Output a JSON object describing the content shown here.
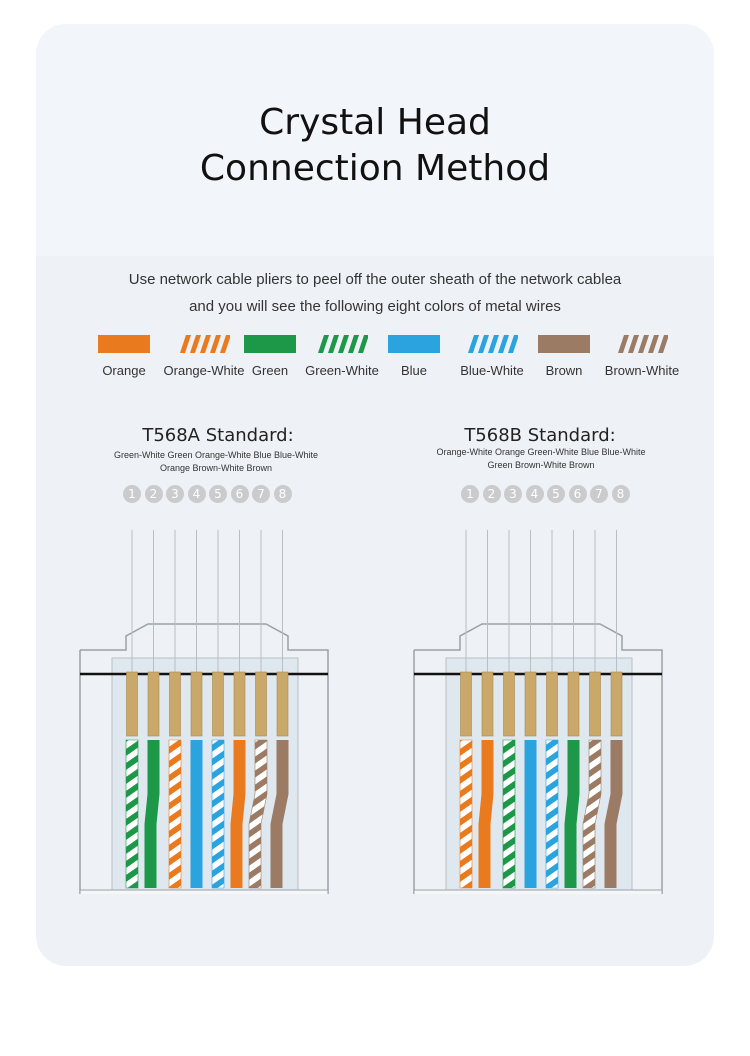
{
  "title_line1": "Crystal Head",
  "title_line2": "Connection Method",
  "intro_line1": "Use network cable pliers to peel off the outer sheath of the network cablea",
  "intro_line2": "and you will see the following eight colors of metal wires",
  "wire_colors": [
    {
      "label": "Orange",
      "color": "#ea7a1e",
      "striped": false
    },
    {
      "label": "Orange-White",
      "color": "#ea7a1e",
      "striped": true
    },
    {
      "label": "Green",
      "color": "#1d9748",
      "striped": false
    },
    {
      "label": "Green-White",
      "color": "#1d9748",
      "striped": true
    },
    {
      "label": "Blue",
      "color": "#2aa3df",
      "striped": false
    },
    {
      "label": "Blue-White",
      "color": "#2aa3df",
      "striped": true
    },
    {
      "label": "Brown",
      "color": "#9b7b63",
      "striped": false
    },
    {
      "label": "Brown-White",
      "color": "#9b7b63",
      "striped": true
    }
  ],
  "pin_numbers": [
    "1",
    "2",
    "3",
    "4",
    "5",
    "6",
    "7",
    "8"
  ],
  "standards": [
    {
      "title": "T568A Standard:",
      "sequence_line1": "Green-White Green Orange-White Blue Blue-White",
      "sequence_line2": "Orange Brown-White Brown",
      "wires": [
        "Green-White",
        "Green",
        "Orange-White",
        "Blue",
        "Blue-White",
        "Orange",
        "Brown-White",
        "Brown"
      ]
    },
    {
      "title": "T568B Standard:",
      "sequence_line1": "Orange-White Orange Green-White Blue Blue-White",
      "sequence_line2": "Green Brown-White Brown",
      "wires": [
        "Orange-White",
        "Orange",
        "Green-White",
        "Blue",
        "Blue-White",
        "Green",
        "Brown-White",
        "Brown"
      ]
    }
  ]
}
